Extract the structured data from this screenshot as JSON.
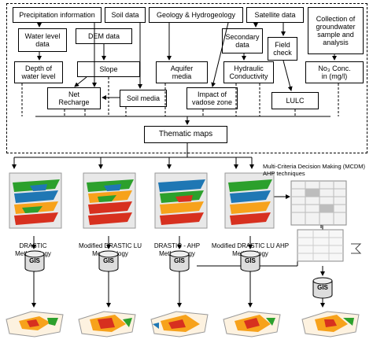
{
  "inputs": {
    "precipitation": "Precipitation information",
    "soil_data": "Soil data",
    "geology": "Geology & Hydrogeology",
    "satellite": "Satellite data",
    "groundwater": "Collection of\ngroundwater\nsample and\nanalysis",
    "water_level": "Water level\ndata",
    "dem": "DEM data",
    "secondary": "Secondary\ndata",
    "field_check": "Field\ncheck",
    "depth": "Depth of\nwater level",
    "slope": "Slope",
    "aquifer": "Aquifer\nmedia",
    "hydraulic": "Hydraulic\nConductivity",
    "no3": "No₃ Conc.\nin (mg/l)",
    "net_recharge": "Net\nRecharge",
    "soil_media": "Soil media",
    "vadose": "Impact of\nvadose zone",
    "lulc": "LULC"
  },
  "thematic_maps": "Thematic maps",
  "mcdm_label": "Multi-Criteria Decision Making (MCDM)\nAHP techniques",
  "methods": [
    "DRASTIC\nMethodology",
    "Modified DRASTIC LU\nMethodology",
    "DRASTIC - AHP\nMethodology",
    "Modified DRASTIC LU AHP\nMethodology"
  ],
  "gis_label": "GIS",
  "colors": {
    "line": "#000000",
    "dashed": "#000000",
    "map_red": "#d7301f",
    "map_orange": "#f7a21b",
    "map_green": "#2ca02c",
    "map_blue": "#1f77b4"
  }
}
